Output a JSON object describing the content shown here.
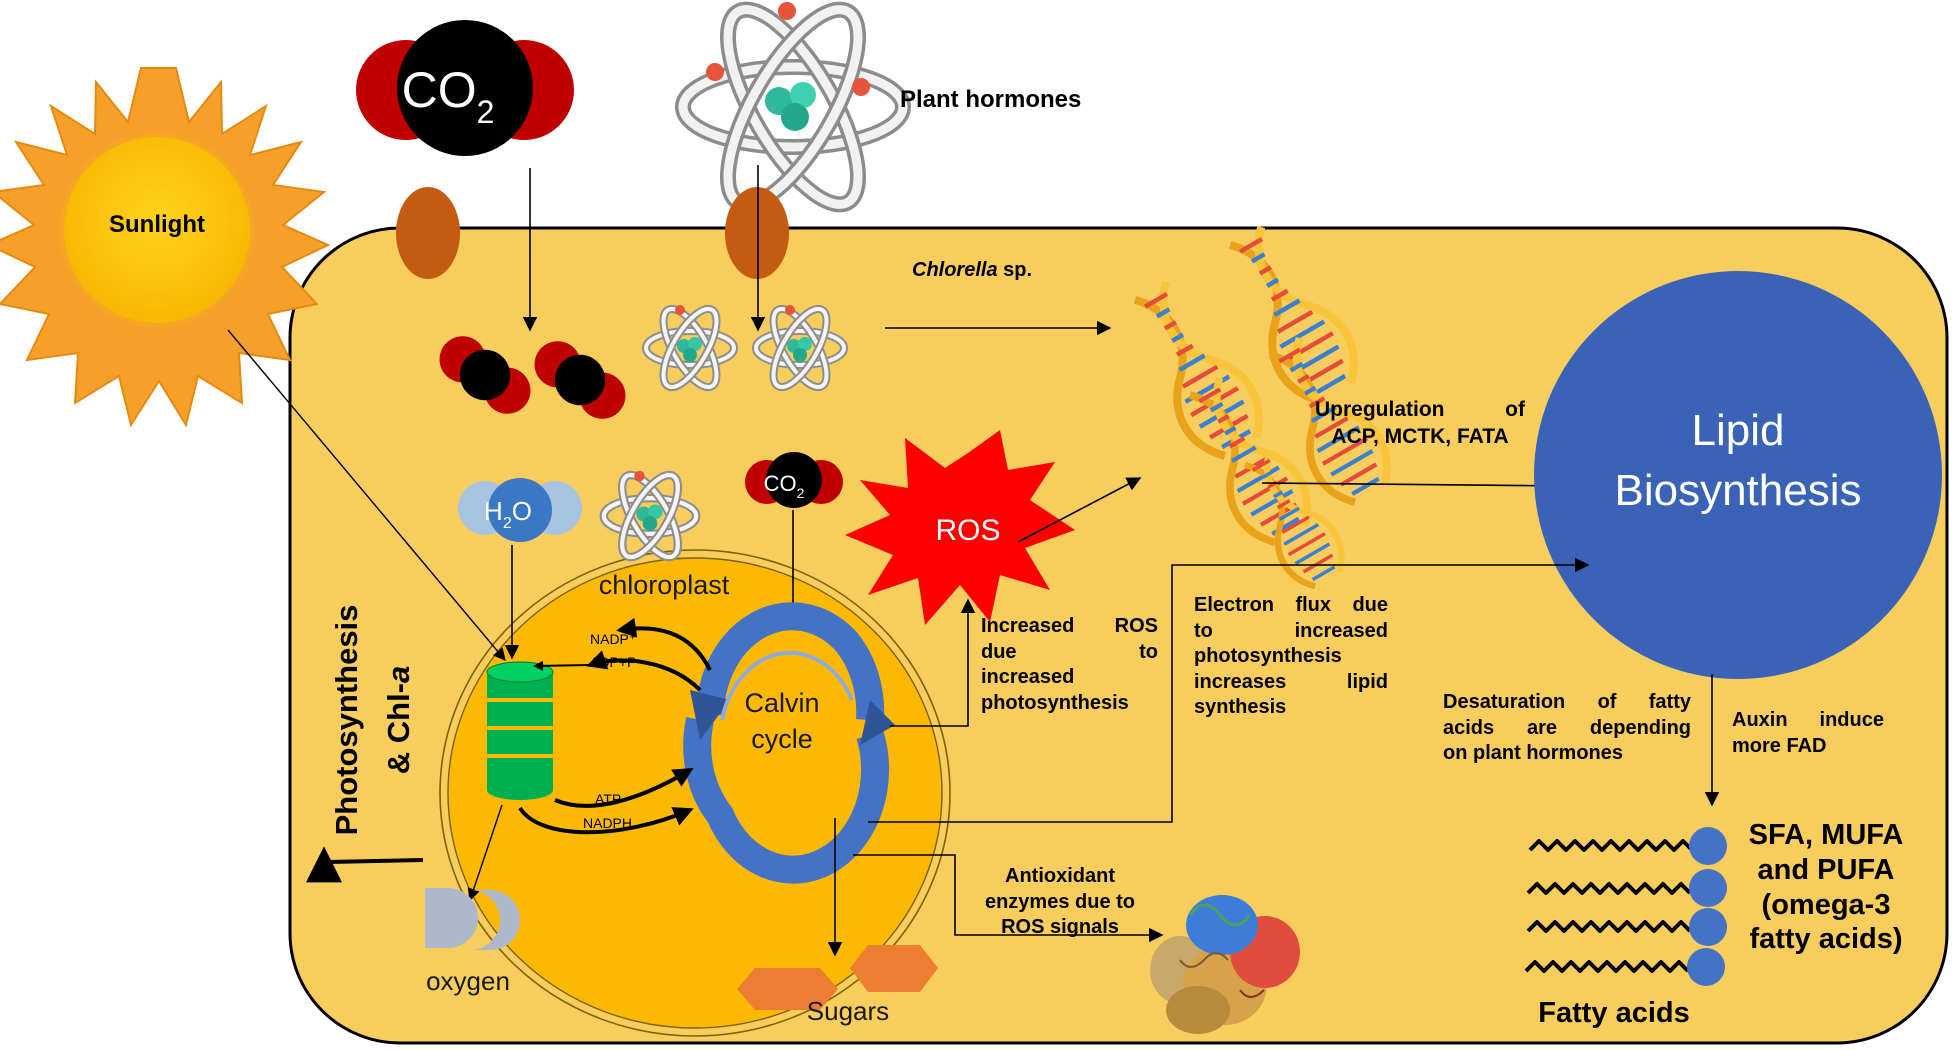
{
  "labels": {
    "sunlight": "Sunlight",
    "plant_hormones": "Plant hormones",
    "organism_italic": "Chlorella",
    "organism_suffix": " sp.",
    "co2_big": "CO",
    "co2_small": "CO",
    "co2_subscript": "2",
    "h2o_h": "H",
    "h2o_sub": "2",
    "h2o_o": "O",
    "chloroplast": "chloroplast",
    "calvin_line1": "Calvin",
    "calvin_line2": "cycle",
    "nadp_plus": "NADP⁺",
    "adp_p": "ADP+P",
    "atp": "ATP",
    "nadph": "NADPH",
    "ros": "ROS",
    "oxygen": "oxygen",
    "sugars": "Sugars",
    "photosynthesis": "Photosynthesis",
    "chl_prefix": "& Chl-",
    "chl_a": "a",
    "lipid_line1": "Lipid",
    "lipid_line2": "Biosynthesis",
    "upregulation_line1": "Upregulation of",
    "upregulation_line2": "ACP, MCTK, FATA",
    "ros_note_lines": [
      "Increased ROS",
      "due to",
      "increased",
      "photosynthesis"
    ],
    "electron_flux_lines": [
      "Electron flux due",
      "to increased",
      "photosynthesis",
      "increases lipid",
      "synthesis"
    ],
    "antioxidant_lines": [
      "Antioxidant",
      "enzymes due to",
      "ROS signals"
    ],
    "desaturation_lines": [
      "Desaturation of fatty",
      "acids are depending",
      "on plant hormones"
    ],
    "auxin_lines": [
      "Auxin induce",
      "more FAD"
    ],
    "sfa_lines": [
      "SFA, MUFA",
      "and PUFA",
      "(omega-3",
      "fatty acids)"
    ],
    "fatty_acids": "Fatty acids"
  },
  "colors": {
    "cell_fill": "#f7cd5e",
    "chloroplast_fill": "#fbb903",
    "sun_fill": "#fdc600",
    "sun_rays": "#f7a029",
    "lipid_circle": "#3a63b8",
    "ros_burst": "#ff0000",
    "channel_protein": "#c55a11",
    "thylakoid": "#00b050",
    "calvin_arrow": "#4472c4",
    "sugar_hexagon": "#ed7d31",
    "co2_red": "#c00000",
    "fatty_acid_head": "#4472c4"
  }
}
